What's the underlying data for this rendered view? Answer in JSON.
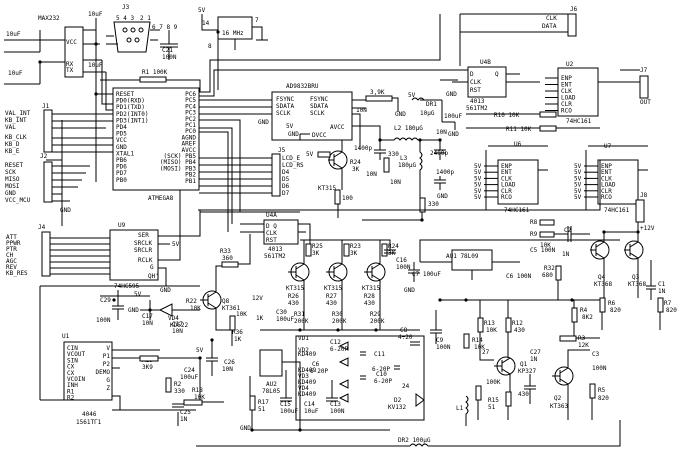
{
  "chips": {
    "max232": "MAX232",
    "j3": "J3",
    "atmega": "ATMEGA8",
    "ad9832": "AD9832BRU",
    "u4b": "U4B",
    "u4b_type": "4013",
    "u4b_sub": "561TM2",
    "u2": "U2",
    "u2_type": "74HC161",
    "u4a": "U4A",
    "u4a_type": "4013",
    "u4a_sub": "561TM2",
    "u9": "U9",
    "u9_type": "74HC595",
    "u6": "U6",
    "u6_type": "74HC161",
    "u7": "U7",
    "u7_type": "74HC161",
    "u1": "U1",
    "u1_type": "4046",
    "u1_sub": "1561TГ1",
    "j1": "J1",
    "j2": "J2",
    "j4": "J4",
    "j5": "J5",
    "j6": "J6",
    "j7": "J7",
    "j8": "J8",
    "au1": "AU1 78L09",
    "au2": "AU2",
    "au2_type": "78L05"
  },
  "atmega_pins": [
    "RESET",
    "PD0(RXD)",
    "PD1(TXD)",
    "PD2(INT0)",
    "PD3(INT1)",
    "PD4",
    "PD5",
    "VCC",
    "GND",
    "XTAL1",
    "PB6",
    "PD6",
    "PD7",
    "PB0"
  ],
  "atmega_pins_r": [
    "PC6",
    "PC5",
    "PC4",
    "PC3",
    "PC2",
    "PC1",
    "PC0",
    "AGND",
    "AREF",
    "AVCC",
    "(SCK) PB5",
    "(MISO) PB4",
    "(MOSI) PB3",
    "PB2",
    "PB1"
  ],
  "ad_pins": [
    "FSYNC",
    "SDATA",
    "SCLK"
  ],
  "ad_pins_r": [
    "FSYNC",
    "SDATA",
    "SCLK",
    "AVCC",
    "DVCC"
  ],
  "j1_pins": [
    "VAL_INT",
    "KB_INT",
    "VAL",
    "KB_CLK",
    "KB_D",
    "KB_E"
  ],
  "j2_pins": [
    "RESET",
    "SCK",
    "MISO",
    "MOSI",
    "GND",
    "VCC_MCU"
  ],
  "j4_pins": [
    "ATT",
    "PPWR",
    "PTR",
    "CH",
    "AGC",
    "REV",
    "KB_RES"
  ],
  "j5_pins": [
    "LCD_E",
    "LCD_RS",
    "D4",
    "D5",
    "D6",
    "D7"
  ],
  "u9_pins_r": [
    "SER",
    "SRCLK",
    "SRCLR",
    "RCLK",
    "G",
    "QH'"
  ],
  "counter_pins": [
    "ENP",
    "ENT",
    "CLK",
    "LOAD",
    "CLR",
    "RCO"
  ],
  "u1_pins": [
    "CIN",
    "VCOUT",
    "SIN",
    "CX",
    "CX",
    "VCOIN",
    "INH",
    "R1",
    "R2"
  ],
  "u1_pins_r": [
    "V",
    "P1",
    "P2",
    "DEMO",
    "G",
    "Z"
  ],
  "net_labels": {
    "vcc": "VCC",
    "gnd": "GND",
    "p5v": "5V",
    "p12v": "+12V",
    "p12v2": "12V",
    "clk": "CLK",
    "data": "DATA",
    "out": "OUT",
    "xtal": "16 MHz",
    "tx": "TX",
    "rx": "RX"
  },
  "parts": {
    "c10uf_a": "10uF",
    "c10uf_b": "10uF",
    "c10uf_c": "10uF",
    "c10uf_d": "10uF",
    "c21": "C21",
    "c21v": "100N",
    "r1": "R1 100K",
    "r39k": "3,9K",
    "dr1": "DR1",
    "dr1v": "10μG",
    "c10n": "10N",
    "c100uf": "100uF",
    "l2": "L2 180μG",
    "l3": "L3",
    "l3v": "180μG",
    "c1400a": "1400p",
    "c1400b": "1400p",
    "c2400": "2400p",
    "r24": "R24",
    "r24v": "3K",
    "r10n_a": "10N",
    "r330a": "330",
    "r330b": "330",
    "r100": "100",
    "kt315": "KT315",
    "r10": "R10 10K",
    "r11": "R11 10K",
    "r8": "R8",
    "r9": "R9",
    "r10k2": "10K",
    "c2": "C2",
    "c2v": "1N",
    "q4": "Q4",
    "q3": "Q3",
    "kt368a": "KT368",
    "kt368b": "KT368",
    "c1": "C1",
    "c1v": "1N",
    "r6": "R6",
    "r6v": "820",
    "r7": "R7",
    "r7v": "820",
    "r4": "R4",
    "r4v": "8K2",
    "r32": "R32",
    "r32v": "680",
    "r3": "R3",
    "r3v": "12K",
    "c3": "C3",
    "c3v": "100N",
    "q2": "Q2",
    "kt363": "KT363",
    "r5": "R5",
    "r5v": "820",
    "r25": "R25 3K",
    "r23": "R23 3K",
    "r24b": "R24 3K",
    "r26": "R26 430",
    "r27": "R27 430",
    "r28": "R28 430",
    "r31": "R31 200K",
    "r30": "R30 200K",
    "r29": "R29 200K",
    "c16": "C16 100N",
    "c30": "C30 100uF",
    "c7": "C7 100uF",
    "c6": "C6 100N",
    "c5": "C5 100N",
    "r33": "R33",
    "r33v": "360",
    "r22": "R22",
    "r22v": "10K",
    "q8": "Q8",
    "kt361": "KT361",
    "c29": "C29",
    "c29v": "100N",
    "c17": "C17",
    "c17v": "10N",
    "c17b": "C17",
    "c17bv": "10N",
    "vd4": "VD4",
    "kd522": "KD522",
    "r36": "R36",
    "r36v": "1K",
    "r19": "R19",
    "r19v": "3K9",
    "c24": "C24",
    "c24v": "100uF",
    "c26": "C26",
    "c26v": "10N",
    "r2": "R2",
    "r2v": "330",
    "r18": "R18",
    "r18v": "10K",
    "c25": "C25",
    "c25v": "1N",
    "r17": "R17",
    "r17v": "51",
    "c15": "C15",
    "c15v": "100uF",
    "c14": "C14",
    "c14v": "10uF",
    "c13": "C13",
    "c13v": "100N",
    "vd1": "VD1",
    "vd2": "VD2",
    "vd3": "VD3",
    "vd4b": "VD4",
    "kd409a": "KD409",
    "kd409b": "KD409",
    "kd409c": "KD409",
    "kd409d": "KD409",
    "c11": "C11",
    "c11v": "6-20P",
    "c12": "C12",
    "c12v": "6-20P",
    "c10": "C10",
    "c10v": "6-20P",
    "c6b": "C6",
    "c6bv": "6-20P",
    "c8": "C8",
    "c8v": "4÷20",
    "c9": "C9",
    "c9v": "100N",
    "r13": "R13",
    "r13v": "10K",
    "r14": "R14",
    "r14v": "10K",
    "r12": "R12",
    "r12v": "430",
    "q1": "Q1",
    "kp327": "KP327",
    "c27": "C27",
    "c27v": "1N",
    "c27b": "27",
    "c24b": "24",
    "r100k": "100K",
    "r15": "R15",
    "r15v": "51",
    "c430": "430",
    "l1": "L1",
    "d2": "D2",
    "kv132": "KV132",
    "dr2": "DR2 100μG",
    "r10nB": "10N",
    "r1k": "1K",
    "r10k3": "10K"
  }
}
